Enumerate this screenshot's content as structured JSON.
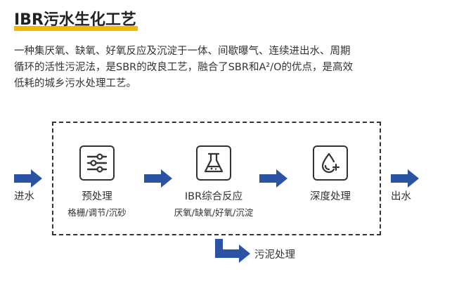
{
  "title": "IBR污水生化工艺",
  "description": {
    "line1": "一种集厌氧、缺氧、好氧反应及沉淀于一体、间歇曝气、连续进出水、周期",
    "line2": "循环的活性污泥法，是SBR的改良工艺，融合了SBR和A²/O的优点，是高效",
    "line3": "低耗的城乡污水处理工艺。"
  },
  "flow": {
    "inlet": "进水",
    "outlet": "出水",
    "steps": [
      {
        "label": "预处理",
        "sublabel": "格栅/调节/沉砂",
        "icon": "sliders-icon"
      },
      {
        "label": "IBR综合反应",
        "sublabel": "厌氧/缺氧/好氧/沉淀",
        "icon": "flask-icon"
      },
      {
        "label": "深度处理",
        "sublabel": "",
        "icon": "water-drop-plus-icon"
      }
    ],
    "sludge": "污泥处理"
  },
  "colors": {
    "accent": "#f2b705",
    "arrow": "#2b53a4",
    "stroke": "#333333"
  }
}
